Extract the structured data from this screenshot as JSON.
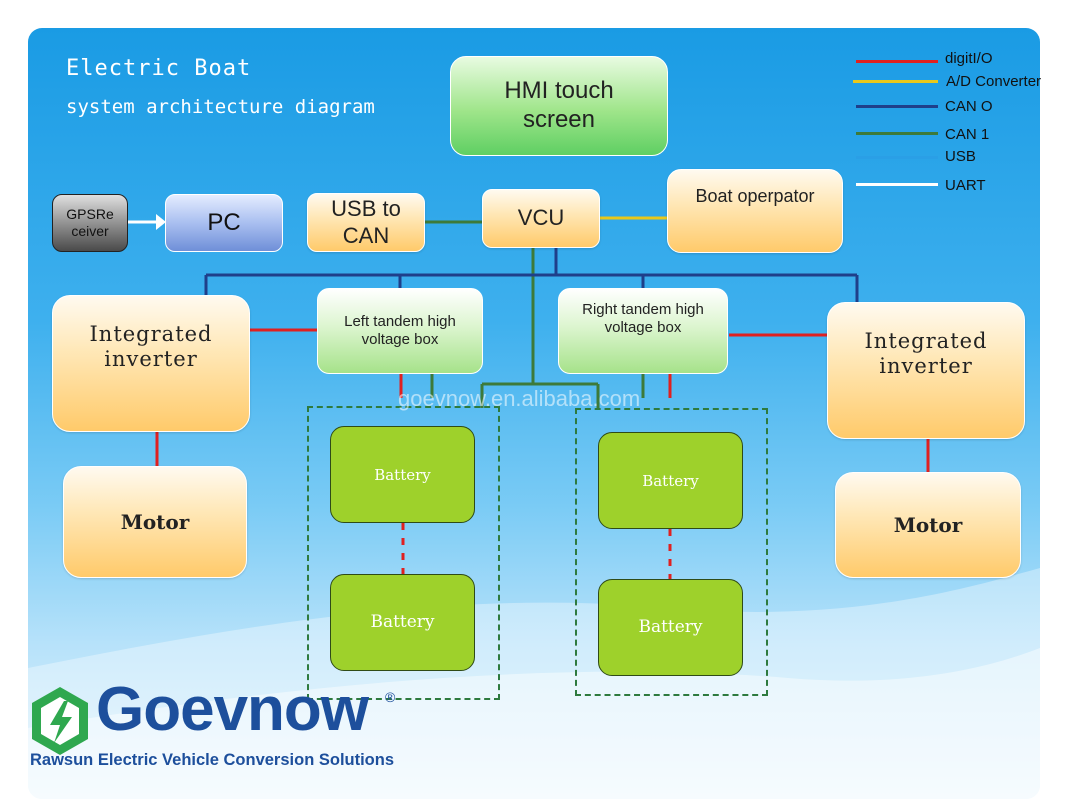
{
  "title": {
    "line1": "Electric Boat",
    "line2": "system architecture diagram"
  },
  "legend": [
    {
      "label": "digitI/O",
      "color": "#e02020"
    },
    {
      "label": "A/D Converter",
      "color": "#e8c81c"
    },
    {
      "label": "CAN O",
      "color": "#1f3f8a"
    },
    {
      "label": "CAN 1",
      "color": "#3d7a3a"
    },
    {
      "label": "USB",
      "color": "#2a9fe6"
    },
    {
      "label": "UART",
      "color": "#ffffff"
    }
  ],
  "nodes": {
    "hmi": "HMI touch screen",
    "gps": "GPSReceiver",
    "gps_line1": "GPSRe",
    "gps_line2": "ceiver",
    "pc": "PC",
    "usb_can": "USB to CAN",
    "vcu": "VCU",
    "boat_operator": "Boat operpator",
    "left_inverter": "Integrated inverter",
    "right_inverter": "Integrated inverter",
    "left_hv_box": "Left tandem high voltage box",
    "right_hv_box": "Right tandem high voltage box",
    "left_motor": "Motor",
    "right_motor": "Motor",
    "battery": "Battery"
  },
  "watermark": "goevnow.en.alibaba.com",
  "logo": {
    "brand": "Goevnow",
    "registered": "®",
    "tagline": "Rawsun Electric Vehicle Conversion Solutions"
  },
  "colors": {
    "brand_blue": "#1d4f9c",
    "brand_green": "#2fa84f",
    "digital_io": "#e02020",
    "ad_converter": "#e8c81c",
    "can0": "#1f3f8a",
    "can1": "#3d7a3a"
  }
}
